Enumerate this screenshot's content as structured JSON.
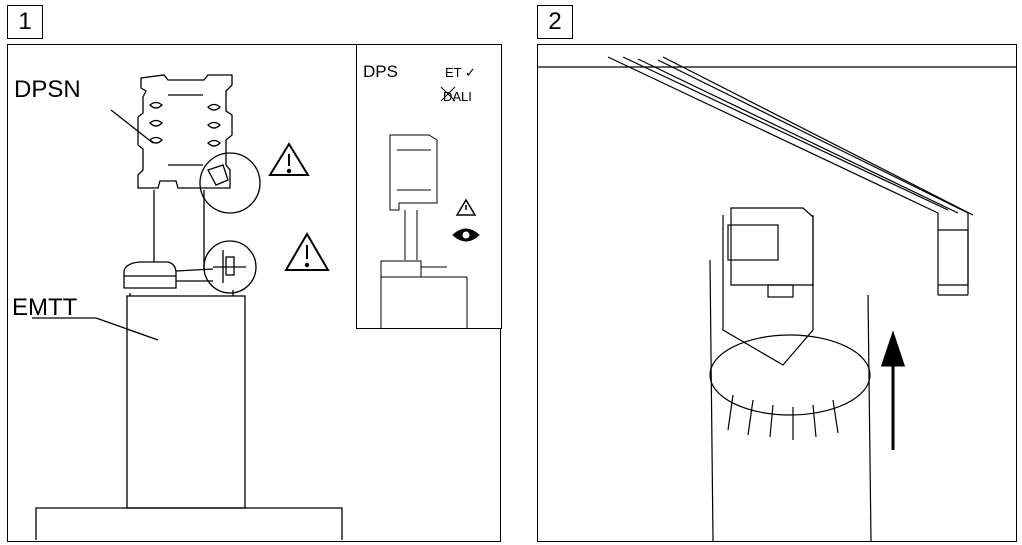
{
  "steps": [
    {
      "number": "1"
    },
    {
      "number": "2"
    }
  ],
  "panel1": {
    "track_label": "DPSN",
    "adapter_label": "EMTT",
    "inset": {
      "title": "DPS",
      "compat_yes": "ET ✓",
      "compat_no": "DALI"
    }
  },
  "icons": {
    "warning": "warning-triangle-icon",
    "eye": "eye-icon",
    "arrow": "arrow-up-icon"
  }
}
